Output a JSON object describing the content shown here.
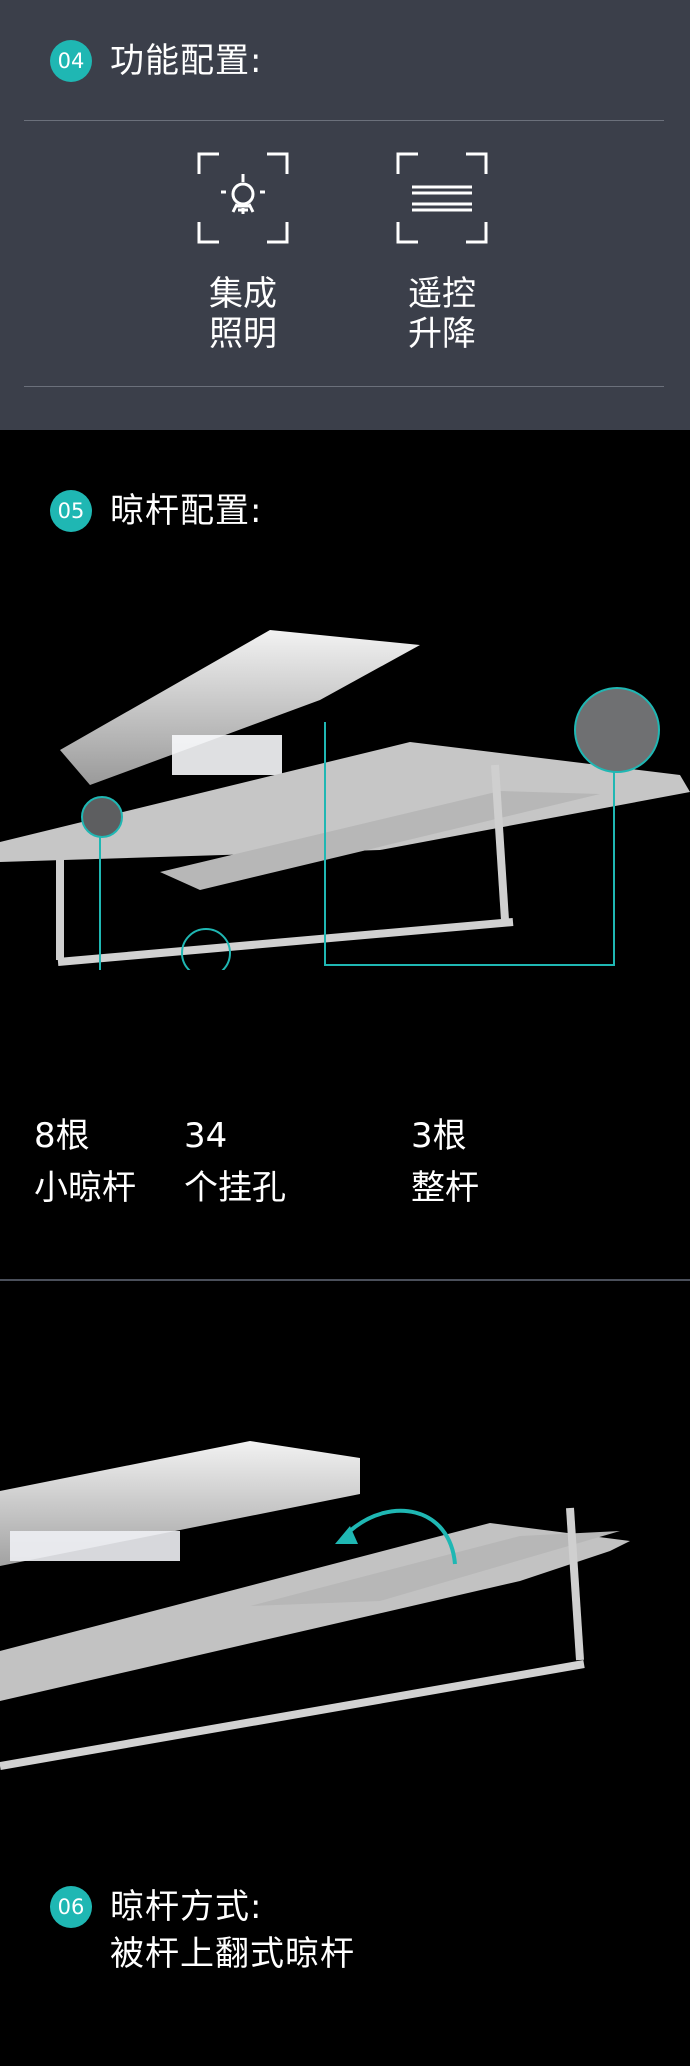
{
  "feature_config": {
    "badge": "04",
    "title": "功能配置:",
    "items": [
      {
        "icon": "light-bulb-icon",
        "line1": "集成",
        "line2": "照明"
      },
      {
        "icon": "lift-rack-icon",
        "line1": "遥控",
        "line2": "升降"
      }
    ]
  },
  "rack_config": {
    "badge": "05",
    "title": "晾杆配置:",
    "specs": [
      {
        "line1": "8根",
        "line2": "小晾杆"
      },
      {
        "line1": "34",
        "line2": "个挂孔"
      },
      {
        "line1": "3根",
        "line2": "整杆"
      }
    ]
  },
  "rod_method": {
    "badge": "06",
    "title": "晾杆方式:",
    "subtitle": "被杆上翻式晾杆"
  },
  "colors": {
    "accent": "#1fb7b3",
    "panel": "#3b3f4a",
    "background": "#000000"
  }
}
